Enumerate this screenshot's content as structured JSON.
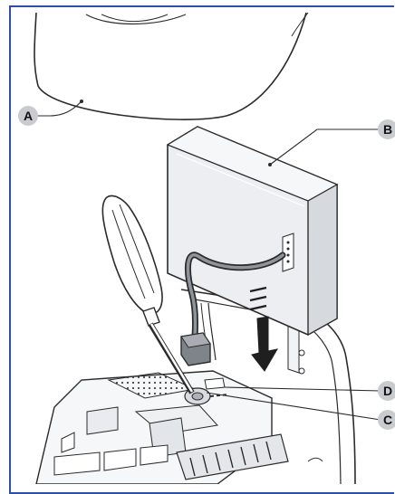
{
  "callouts": [
    {
      "id": "A",
      "label": "A",
      "target": "cover"
    },
    {
      "id": "B",
      "label": "B",
      "target": "module-box"
    },
    {
      "id": "C",
      "label": "C",
      "target": "terminal-slot"
    },
    {
      "id": "D",
      "label": "D",
      "target": "connector-socket"
    }
  ],
  "colors": {
    "frame": "#2e4fa8",
    "line": "#2b2b2b",
    "box_fill": "#eceef1",
    "box_top": "#f6f7f9",
    "box_side": "#d6d9de",
    "callout_badge": "#c9cbce",
    "arrow": "#1f1f1f"
  },
  "icons": [
    "screwdriver-icon",
    "down-arrow-icon"
  ]
}
